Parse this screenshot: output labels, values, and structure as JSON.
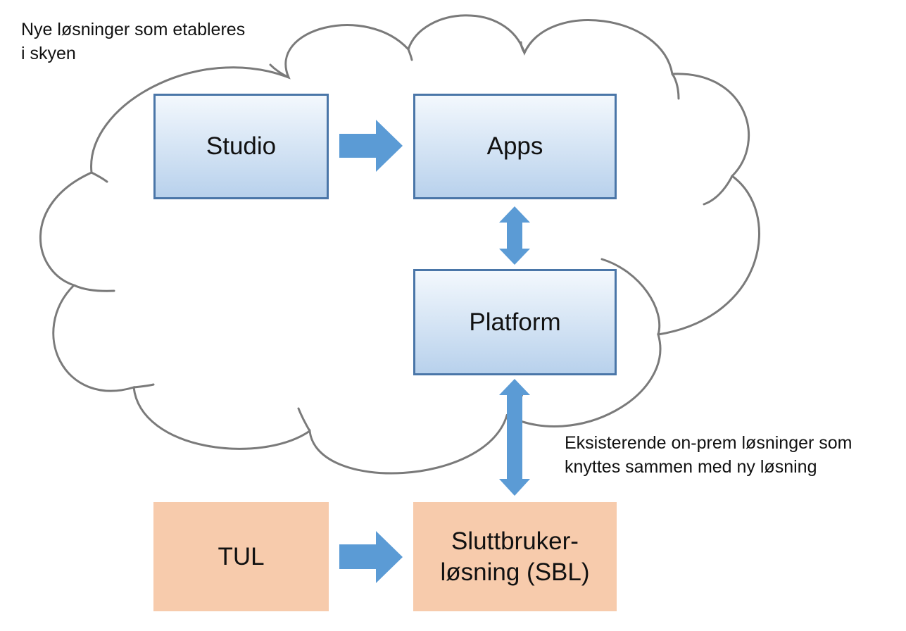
{
  "notes": {
    "cloud": "Nye løsninger som etableres\ni skyen",
    "onprem": "Eksisterende on-prem løsninger som\nknyttes sammen med ny løsning"
  },
  "boxes": {
    "studio": "Studio",
    "apps": "Apps",
    "platform": "Platform",
    "tul": "TUL",
    "sbl": "Sluttbruker-\nløsning (SBL)"
  },
  "colors": {
    "arrow": "#5b9bd5",
    "cloud_outline": "#7a7a7a",
    "cloud_box_border": "#4a76a8",
    "cloud_box_top": "#f3f8fd",
    "cloud_box_bottom": "#b8d1ec",
    "onprem_box_fill": "#f7cbac"
  }
}
